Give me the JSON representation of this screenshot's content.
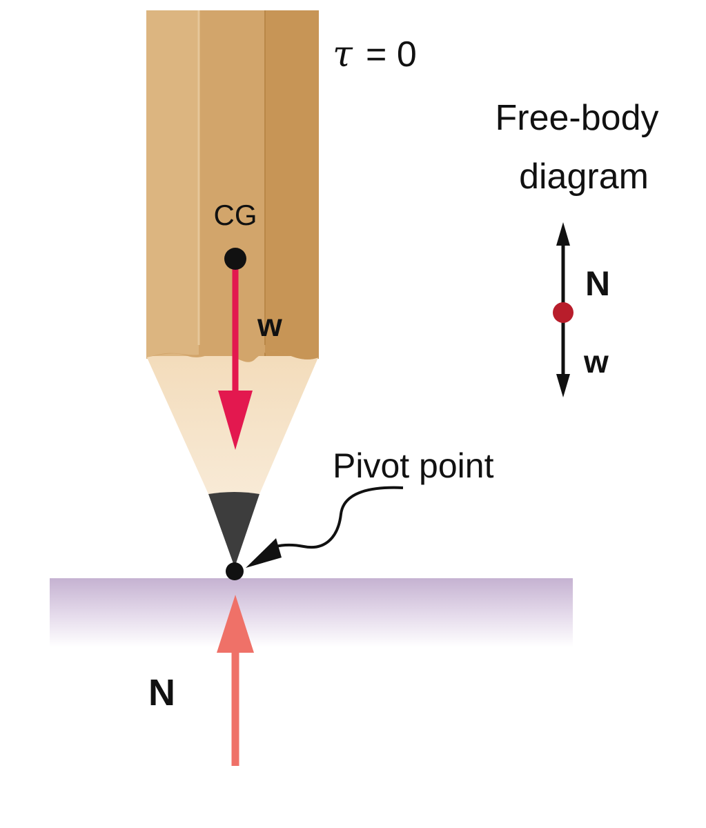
{
  "labels": {
    "torque_symbol": "τ",
    "torque_equals": "= 0",
    "cg": "CG",
    "weight_pencil": "w",
    "normal_bottom": "N",
    "pivot": "Pivot point",
    "fbd_line1": "Free-body",
    "fbd_line2": "diagram",
    "fbd_normal": "N",
    "fbd_weight": "w"
  },
  "colors": {
    "pencil_wood_light": "#dcb580",
    "pencil_wood_mid": "#d2a56b",
    "pencil_wood_dark": "#c79556",
    "pencil_shaved": "#f5e2c4",
    "pencil_lead": "#3d3d3d",
    "weight_arrow": "#e3184f",
    "normal_arrow": "#ef7168",
    "surface_top": "#c8b6d3",
    "fbd_dot": "#b81d2b",
    "text": "#111111"
  }
}
